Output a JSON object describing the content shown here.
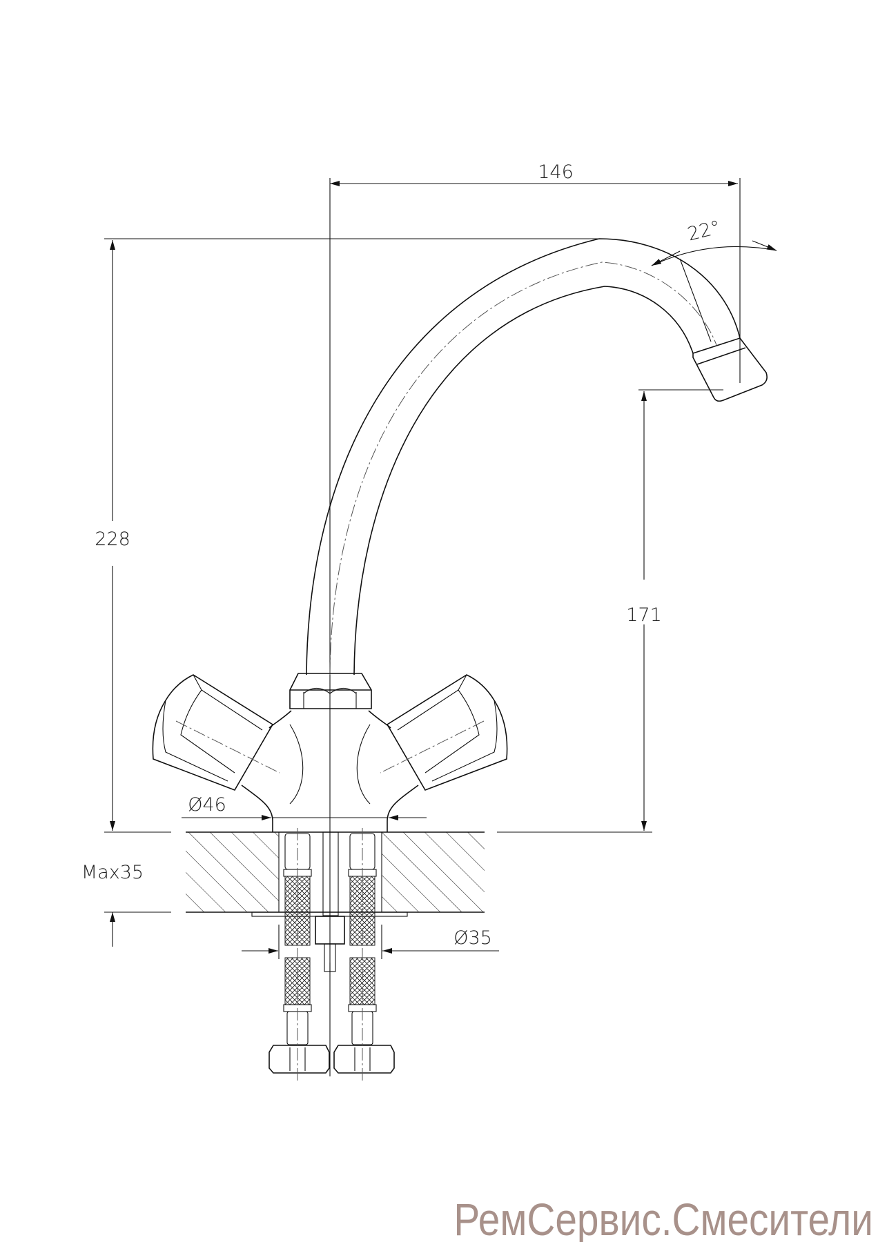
{
  "drawing": {
    "dimensions": {
      "spout_reach": "146",
      "spout_angle": "22°",
      "total_height": "228",
      "spout_outlet_height": "171",
      "base_diameter": "Ø46",
      "max_counter_thickness": "Max35",
      "mounting_hole_diameter": "Ø35"
    }
  },
  "watermark": {
    "text": "РемСервис.Смесители",
    "color": "#a8918a"
  }
}
